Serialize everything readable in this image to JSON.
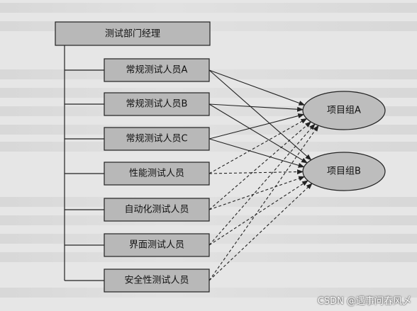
{
  "manager": {
    "label": "测试部门经理"
  },
  "testers": [
    {
      "label": "常规测试人员A"
    },
    {
      "label": "常规测试人员B"
    },
    {
      "label": "常规测试人员C"
    },
    {
      "label": "性能测试人员"
    },
    {
      "label": "自动化测试人员"
    },
    {
      "label": "界面测试人员"
    },
    {
      "label": "安全性测试人员"
    }
  ],
  "projects": [
    {
      "label": "项目组A"
    },
    {
      "label": "项目组B"
    }
  ],
  "assignments": {
    "solid": [
      [
        0,
        0
      ],
      [
        0,
        1
      ],
      [
        1,
        0
      ],
      [
        1,
        1
      ],
      [
        2,
        0
      ],
      [
        2,
        1
      ]
    ],
    "dashed": [
      [
        3,
        0
      ],
      [
        3,
        1
      ],
      [
        4,
        0
      ],
      [
        4,
        1
      ],
      [
        5,
        0
      ],
      [
        5,
        1
      ],
      [
        6,
        0
      ],
      [
        6,
        1
      ]
    ]
  },
  "watermark": "CSDN @遇事问春风乄",
  "colors": {
    "box_fill": "#b8b8b8",
    "ellipse_fill": "#bdbdbd",
    "line": "#222222"
  }
}
